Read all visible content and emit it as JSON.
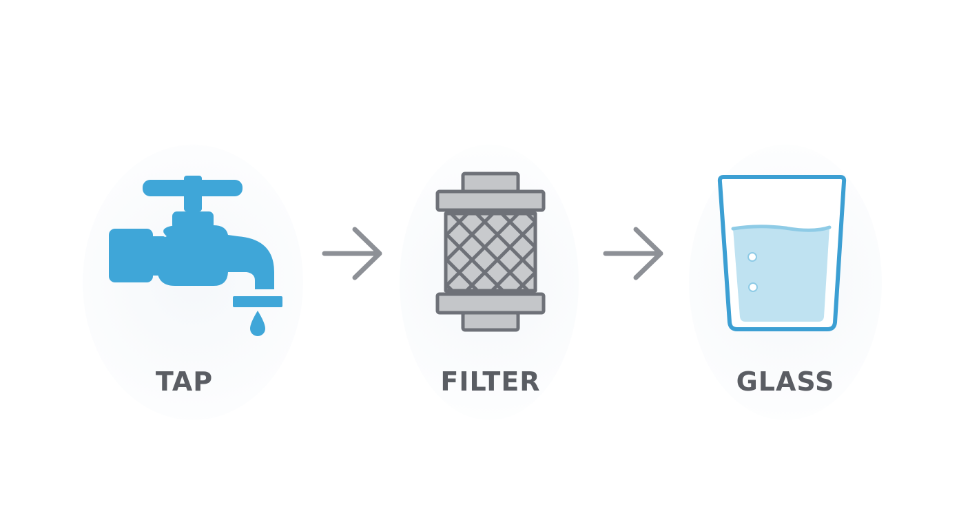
{
  "steps": [
    {
      "id": "tap",
      "label": "TAP",
      "icon": "faucet-icon"
    },
    {
      "id": "filter",
      "label": "FILTER",
      "icon": "filter-cartridge-icon"
    },
    {
      "id": "glass",
      "label": "GLASS",
      "icon": "water-glass-icon"
    }
  ],
  "connectors": [
    {
      "from": "tap",
      "to": "filter",
      "icon": "arrow-right-icon"
    },
    {
      "from": "filter",
      "to": "glass",
      "icon": "arrow-right-icon"
    }
  ],
  "colors": {
    "water_blue": "#3fa6d8",
    "filter_gray": "#6e7178",
    "filter_fill": "#c4c6c9",
    "arrow_gray": "#8d9096",
    "label_text": "#5a5d63",
    "glass_outline": "#3c9fd3",
    "water_fill": "#bfe2f1"
  }
}
